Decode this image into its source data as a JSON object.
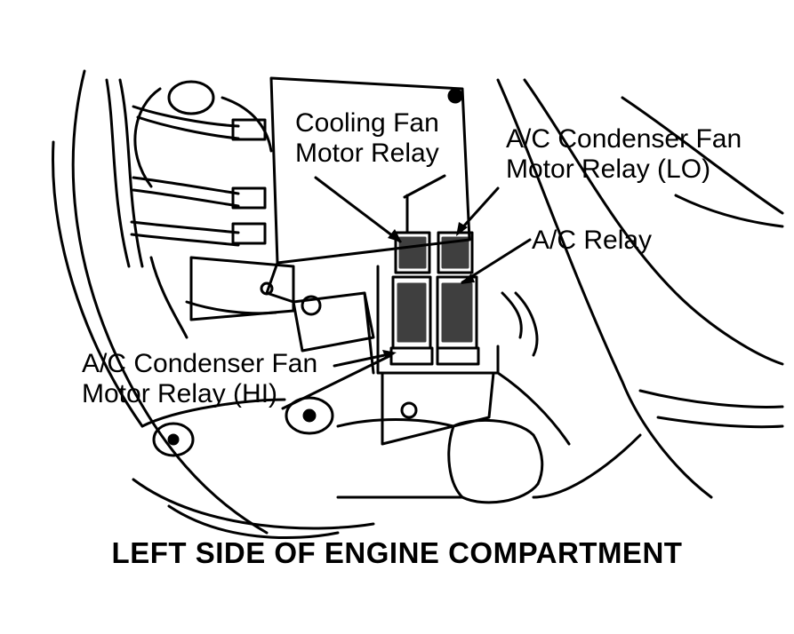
{
  "labels": {
    "cooling_fan_relay": [
      "Cooling Fan",
      "Motor Relay"
    ],
    "ac_condenser_lo": [
      "A/C Condenser Fan",
      "Motor Relay (LO)"
    ],
    "ac_relay": "A/C Relay",
    "ac_condenser_hi": [
      "A/C Condenser Fan",
      "Motor Relay (HI)"
    ]
  },
  "caption": "LEFT SIDE OF ENGINE COMPARTMENT",
  "colors": {
    "ink": "#000000",
    "paper": "#ffffff"
  }
}
